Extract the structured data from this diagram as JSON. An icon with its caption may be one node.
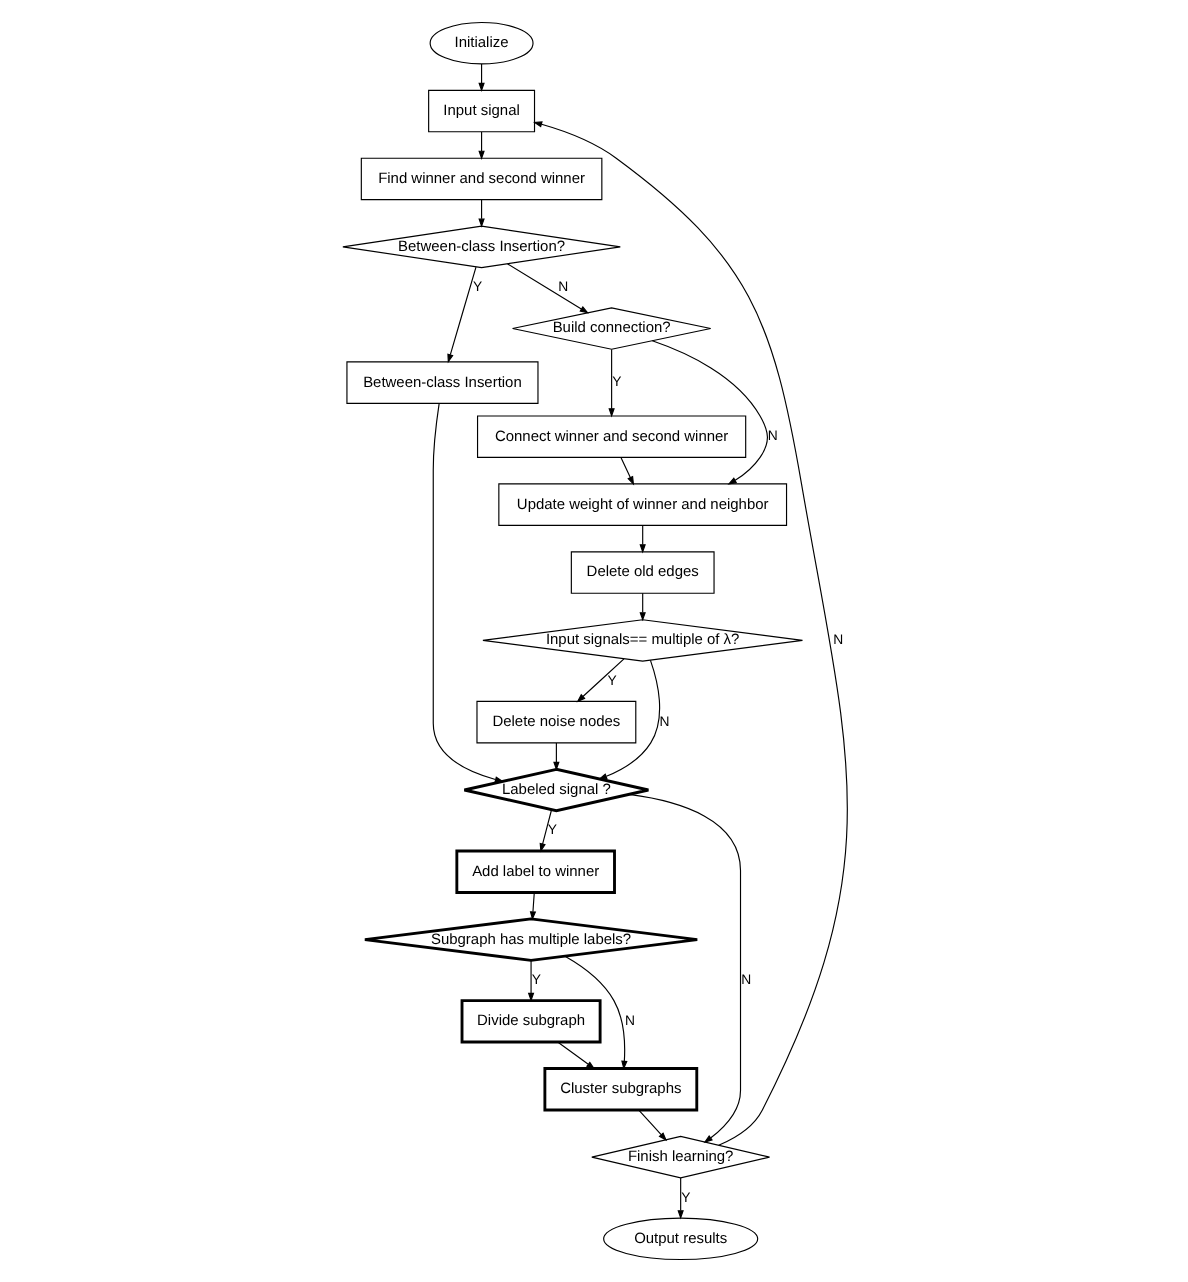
{
  "diagram": {
    "nodes": [
      {
        "text": [
          "Initialize"
        ]
      },
      {
        "text": [
          "Input signal"
        ]
      },
      {
        "text": [
          "Find winner and second winner"
        ]
      },
      {
        "text": [
          "Between-class Insertion?"
        ]
      },
      {
        "text": [
          "Between-class Insertion"
        ]
      },
      {
        "text": [
          "Build connection?"
        ]
      },
      {
        "text": [
          "Connect winner and second winner"
        ]
      },
      {
        "text": [
          "Update weight of winner and neighbor"
        ]
      },
      {
        "text": [
          "Delete old edges"
        ]
      },
      {
        "text": [
          "Input signals== multiple of λ?"
        ]
      },
      {
        "text": [
          "Delete noise nodes"
        ]
      },
      {
        "text": [
          "Labeled signal ?"
        ]
      },
      {
        "text": [
          "Add label to winner"
        ]
      },
      {
        "text": [
          "Subgraph has multiple labels?"
        ]
      },
      {
        "text": [
          "Divide subgraph"
        ]
      },
      {
        "text": [
          "Cluster subgraphs"
        ]
      },
      {
        "text": [
          "Finish learning?"
        ]
      },
      {
        "text": [
          "Output results"
        ]
      }
    ],
    "edges": [
      {
        "from": 0,
        "to": 1,
        "arrow": "to"
      },
      {
        "from": 1,
        "to": 2,
        "arrow": "to"
      },
      {
        "from": 2,
        "to": 3,
        "arrow": "to"
      },
      {
        "from": 3,
        "to": 4,
        "arrow": "to",
        "label": "Y"
      },
      {
        "from": 3,
        "to": 5,
        "arrow": "to",
        "label": "N"
      },
      {
        "from": 4,
        "to": 11,
        "arrow": "to"
      },
      {
        "from": 5,
        "to": 6,
        "arrow": "to",
        "label": "Y"
      },
      {
        "from": 5,
        "to": 7,
        "arrow": "to",
        "label": "N"
      },
      {
        "from": 6,
        "to": 7,
        "arrow": "to"
      },
      {
        "from": 7,
        "to": 8,
        "arrow": "to"
      },
      {
        "from": 8,
        "to": 9,
        "arrow": "to"
      },
      {
        "from": 9,
        "to": 10,
        "arrow": "to",
        "label": "Y"
      },
      {
        "from": 9,
        "to": 11,
        "arrow": "to",
        "label": "N"
      },
      {
        "from": 10,
        "to": 11,
        "arrow": "to"
      },
      {
        "from": 11,
        "to": 12,
        "arrow": "to",
        "label": "Y"
      },
      {
        "from": 11,
        "to": 16,
        "arrow": "to",
        "label": "N"
      },
      {
        "from": 12,
        "to": 13,
        "arrow": "to"
      },
      {
        "from": 13,
        "to": 14,
        "arrow": "to",
        "label": "Y"
      },
      {
        "from": 13,
        "to": 15,
        "arrow": "to",
        "label": "N"
      },
      {
        "from": 14,
        "to": 15,
        "arrow": "to"
      },
      {
        "from": 15,
        "to": 16,
        "arrow": "to"
      },
      {
        "from": 16,
        "to": 17,
        "arrow": "to",
        "label": "Y"
      },
      {
        "from": 16,
        "to": 1,
        "arrow": "to",
        "label": "N"
      }
    ]
  }
}
